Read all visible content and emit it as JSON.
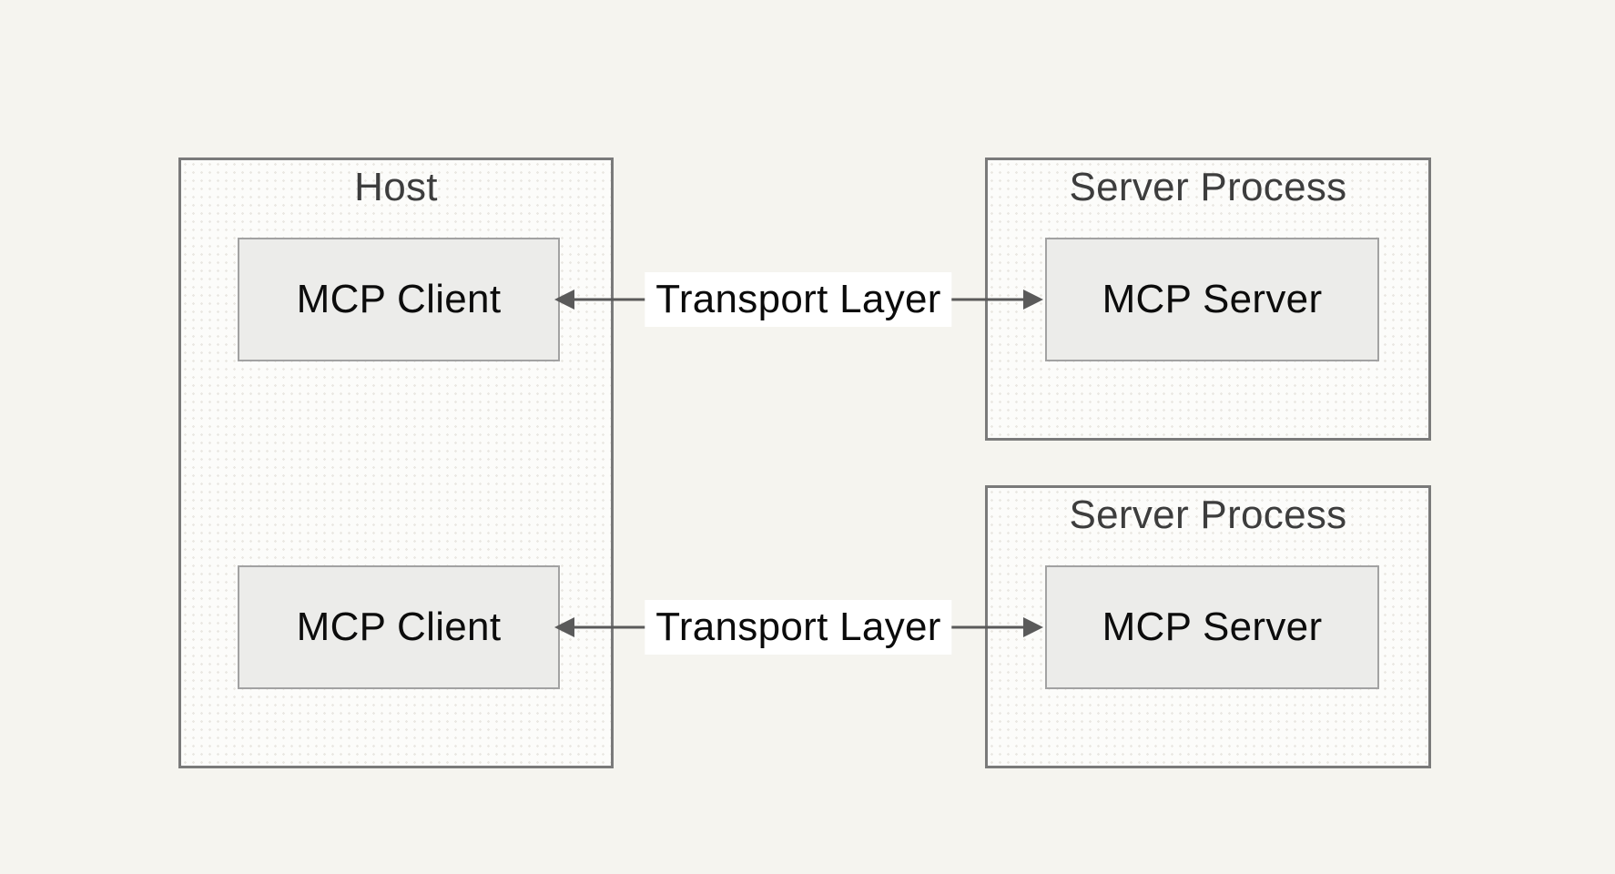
{
  "diagram": {
    "host": {
      "title": "Host",
      "clients": [
        {
          "label": "MCP Client"
        },
        {
          "label": "MCP Client"
        }
      ]
    },
    "server_processes": [
      {
        "title": "Server Process",
        "server": {
          "label": "MCP Server"
        }
      },
      {
        "title": "Server Process",
        "server": {
          "label": "MCP Server"
        }
      }
    ],
    "transports": [
      {
        "label": "Transport Layer"
      },
      {
        "label": "Transport Layer"
      }
    ],
    "icons": {
      "left_arrowhead": "arrowhead-left-icon",
      "right_arrowhead": "arrowhead-right-icon"
    },
    "colors": {
      "page_background": "#f5f4ef",
      "container_fill": "#fcfcfa",
      "container_border": "#7a7a7a",
      "node_fill": "#ececea",
      "node_border": "#a2a2a2",
      "arrow": "#5a5a5a",
      "transport_label_background": "#ffffff",
      "title_text": "#3d3d3d",
      "node_text": "#0c0c0c"
    }
  }
}
